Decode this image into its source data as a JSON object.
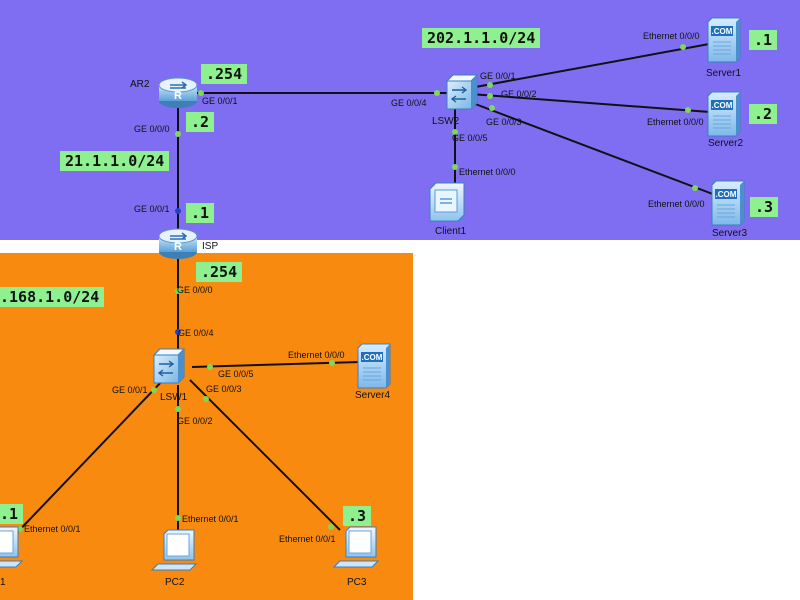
{
  "colors": {
    "top_network": "#7f6ef2",
    "bottom_network": "#f88a0f",
    "label_box": "#8ff08f",
    "link": "#111111",
    "port_green": "#7ed957",
    "port_blue": "#1f3fd1"
  },
  "subnets": {
    "top": "202.1.1.0/24",
    "wan": "21.1.1.0/24",
    "bottom": ".168.1.0/24"
  },
  "addresses": {
    "ar2": ".254",
    "ar2_wan": ".2",
    "isp_wan": ".1",
    "isp_lan": ".254",
    "server1": ".1",
    "server2": ".2",
    "server3": ".3",
    "pc1": ".1",
    "pc3": ".3"
  },
  "devices": {
    "ar2": {
      "name": "AR2",
      "icon": "router-icon"
    },
    "isp": {
      "name": "ISP",
      "icon": "router-icon"
    },
    "lsw2": {
      "name": "LSW2",
      "icon": "switch-icon"
    },
    "lsw1": {
      "name": "LSW1",
      "icon": "switch-icon"
    },
    "server1": {
      "name": "Server1",
      "icon": "server-icon"
    },
    "server2": {
      "name": "Server2",
      "icon": "server-icon"
    },
    "server3": {
      "name": "Server3",
      "icon": "server-icon"
    },
    "server4": {
      "name": "Server4",
      "icon": "server-icon"
    },
    "client1": {
      "name": "Client1",
      "icon": "client-icon"
    },
    "pc1": {
      "name": "1",
      "icon": "pc-icon"
    },
    "pc2": {
      "name": "PC2",
      "icon": "pc-icon"
    },
    "pc3": {
      "name": "PC3",
      "icon": "pc-icon"
    }
  },
  "server_badge": ".COM",
  "ports": {
    "ar2_ge001": "GE 0/0/1",
    "ar2_ge000": "GE 0/0/0",
    "isp_ge001": "GE 0/0/1",
    "isp_ge000": "GE 0/0/0",
    "lsw2_ge004": "GE 0/0/4",
    "lsw2_ge001": "GE 0/0/1",
    "lsw2_ge002": "GE 0/0/2",
    "lsw2_ge003": "GE 0/0/3",
    "lsw2_ge005": "GE 0/0/5",
    "server1_eth": "Ethernet 0/0/0",
    "server2_eth": "Ethernet 0/0/0",
    "server3_eth": "Ethernet 0/0/0",
    "client1_eth": "Ethernet 0/0/0",
    "lsw1_ge004": "GE 0/0/4",
    "lsw1_ge005": "GE 0/0/5",
    "lsw1_ge001": "GE 0/0/1",
    "lsw1_ge003": "GE 0/0/3",
    "lsw1_ge002": "GE 0/0/2",
    "server4_eth": "Ethernet 0/0/0",
    "pc1_eth": "Ethernet 0/0/1",
    "pc2_eth": "Ethernet 0/0/1",
    "pc3_eth": "Ethernet 0/0/1"
  }
}
